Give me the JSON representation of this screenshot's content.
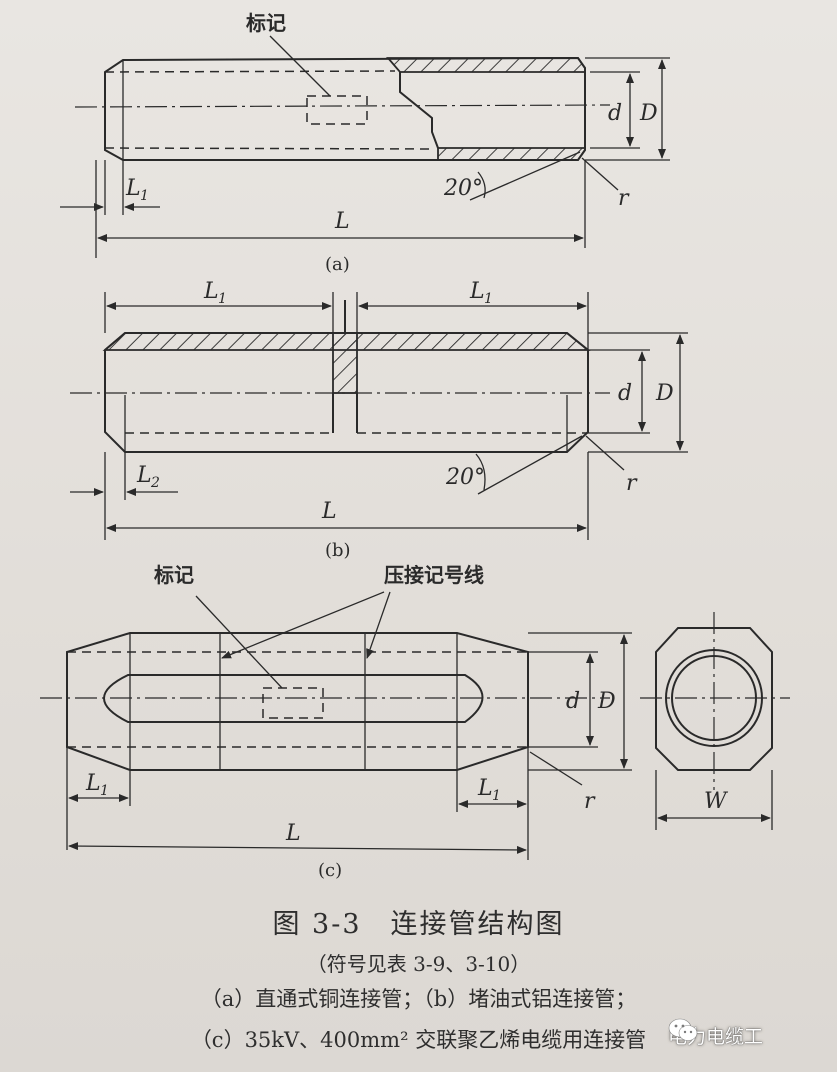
{
  "figure": {
    "a": {
      "mark_label": "标记",
      "angle_label": "20°",
      "radius_label": "r",
      "dim_L": "L",
      "dim_L1": "L",
      "dim_L1_sub": "1",
      "dim_d": "d",
      "dim_D": "D",
      "caption": "(a)"
    },
    "b": {
      "dim_L1_left": "L",
      "dim_L1_left_sub": "1",
      "dim_L1_right": "L",
      "dim_L1_right_sub": "1",
      "dim_L2": "L",
      "dim_L2_sub": "2",
      "dim_L": "L",
      "dim_d": "d",
      "dim_D": "D",
      "angle_label": "20°",
      "radius_label": "r",
      "caption": "(b)"
    },
    "c": {
      "mark_label": "标记",
      "crimp_label": "压接记号线",
      "dim_L1_left": "L",
      "dim_L1_left_sub": "1",
      "dim_L1_right": "L",
      "dim_L1_right_sub": "1",
      "dim_L": "L",
      "dim_d": "d",
      "dim_D": "D",
      "dim_W": "W",
      "radius_label": "r",
      "caption": "(c)"
    }
  },
  "caption": {
    "title": "图 3-3　连接管结构图",
    "note": "（符号见表 3-9、3-10）",
    "line_ab": "（a）直通式铜连接管；（b）堵油式铝连接管；",
    "line_c": "（c）35kV、400mm² 交联聚乙烯电缆用连接管"
  },
  "watermark": {
    "text": "电力电缆工",
    "icon": "wechat-icon"
  }
}
